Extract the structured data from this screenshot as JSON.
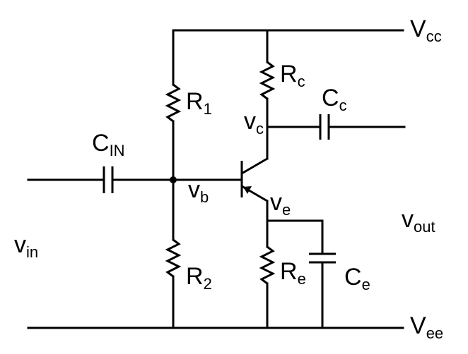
{
  "rails": {
    "vcc": {
      "main": "V",
      "sub": "cc"
    },
    "vee": {
      "main": "V",
      "sub": "ee"
    }
  },
  "components": {
    "r1": {
      "main": "R",
      "sub": "1"
    },
    "r2": {
      "main": "R",
      "sub": "2"
    },
    "rc": {
      "main": "R",
      "sub": "c"
    },
    "re": {
      "main": "R",
      "sub": "e"
    },
    "cin": {
      "main": "C",
      "sub": "IN"
    },
    "cc": {
      "main": "C",
      "sub": "c"
    },
    "ce": {
      "main": "C",
      "sub": "e"
    }
  },
  "nodes": {
    "vin": {
      "main": "v",
      "sub": "in"
    },
    "vout": {
      "main": "v",
      "sub": "out"
    },
    "vb": {
      "main": "v",
      "sub": "b"
    },
    "vc": {
      "main": "v",
      "sub": "c"
    },
    "ve": {
      "main": "v",
      "sub": "e"
    }
  }
}
